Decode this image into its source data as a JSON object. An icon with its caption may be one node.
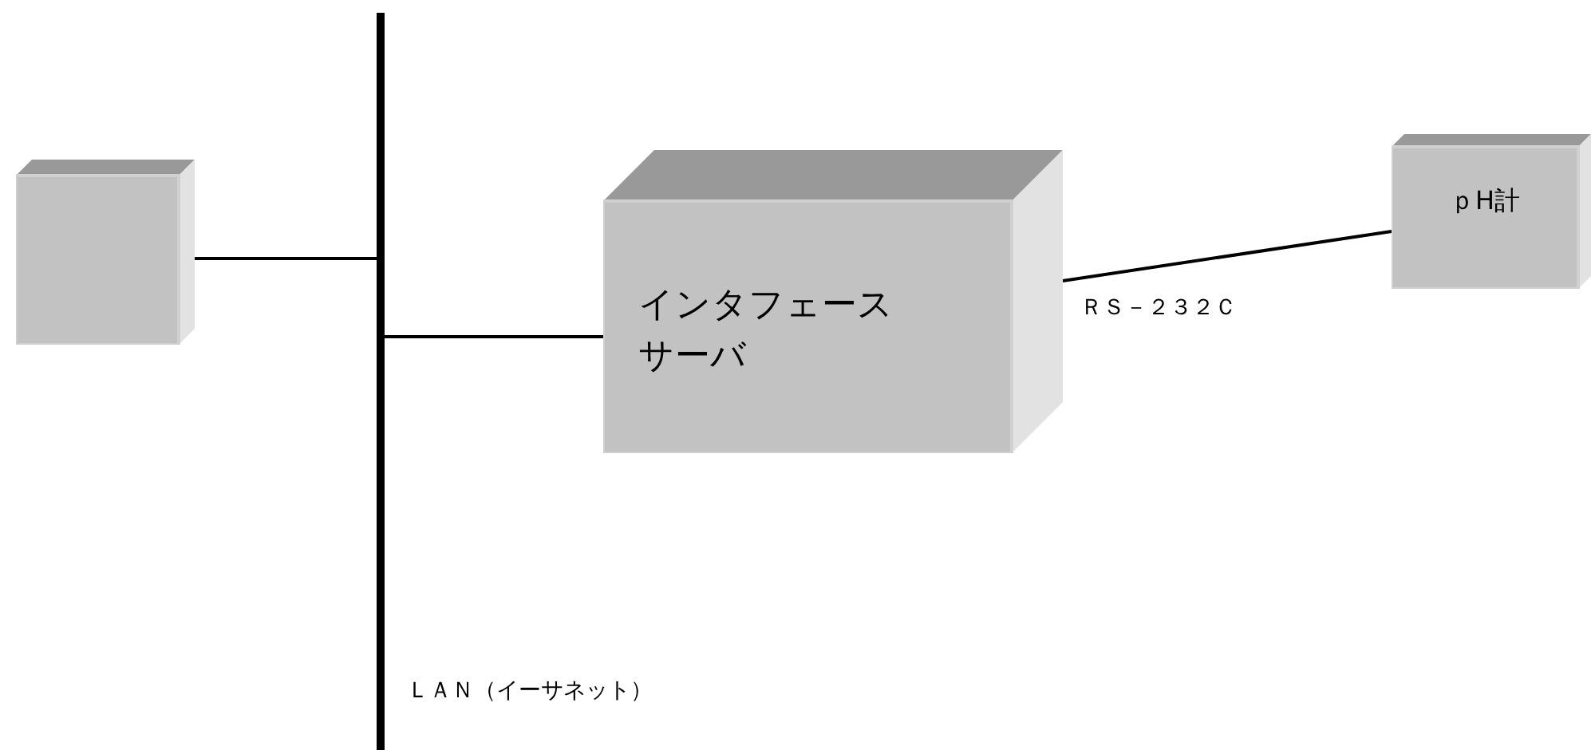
{
  "diagram": {
    "nodes": [
      {
        "text": [],
        "shape": "box"
      },
      {
        "text": [],
        "shape": "bar",
        "beside": [
          "ＬＡＮ（イーサネット）"
        ]
      },
      {
        "text": [
          "インタフェースサーバ"
        ]
      },
      {
        "text": [
          "ｐH計"
        ]
      }
    ],
    "edges": [
      {
        "from": 0,
        "to": 1,
        "arrow": "none"
      },
      {
        "from": 1,
        "to": 2,
        "arrow": "none"
      },
      {
        "from": 2,
        "to": 3,
        "arrow": "none",
        "label": "ＲＳ－２３２Ｃ"
      }
    ]
  }
}
